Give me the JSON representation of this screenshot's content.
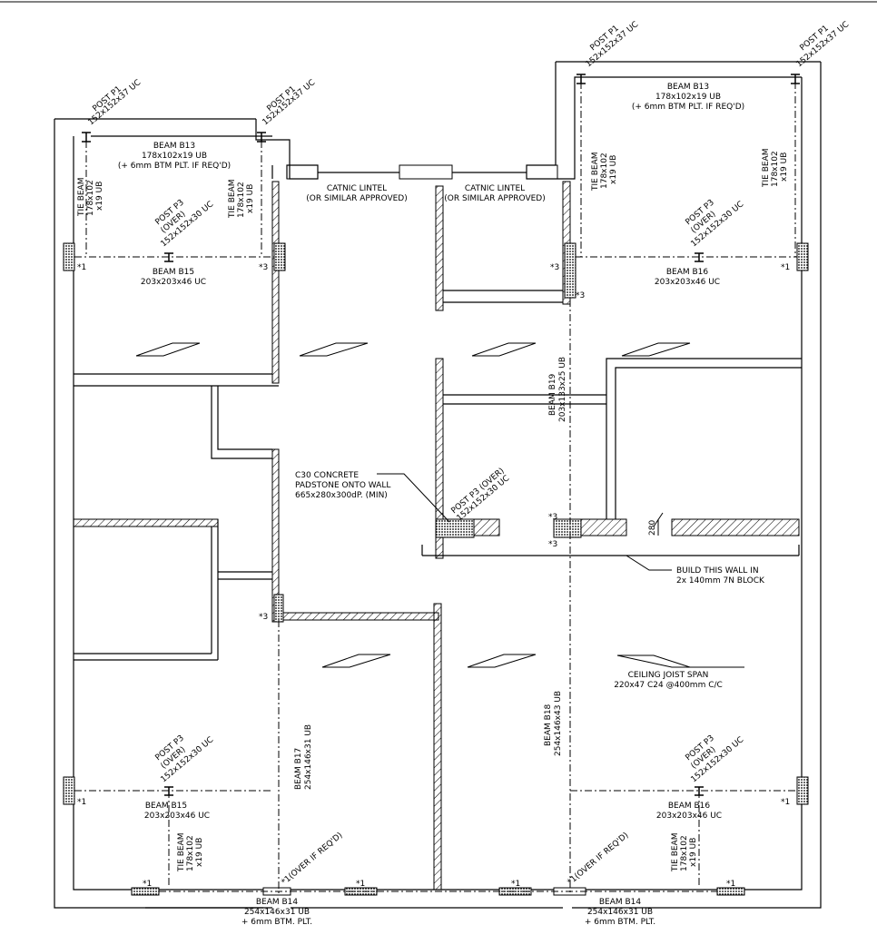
{
  "labels": {
    "post_p1": "POST P1",
    "uc_152x152x37": "152x152x37 UC",
    "beam_b13": "BEAM B13",
    "ub_178x102x19": "178x102x19 UB",
    "plate_if_reqd": "(+ 6mm BTM PLT. IF REQ'D)",
    "tie_beam": "TIE BEAM",
    "s178x102": "178x102",
    "x19_ub": "x19 UB",
    "post_p3": "POST P3",
    "over": "(OVER)",
    "uc_152x152x30": "152x152x30 UC",
    "post_p3_over": "POST P3 (OVER)",
    "beam_b15": "BEAM B15",
    "beam_b16": "BEAM B16",
    "uc_203x203x46": "203x203x46 UC",
    "catnic_lintel": "CATNIC LINTEL",
    "or_similar": "(OR SIMILAR APPROVED)",
    "beam_b19": "BEAM B19",
    "ub_203x133x25": "203x133x25 UB",
    "padstone_1": "C30 CONCRETE",
    "padstone_2": "PADSTONE ONTO WALL",
    "padstone_3": "665x280x300dP. (MIN)",
    "dim_280": "280",
    "build_wall_1": "BUILD THIS WALL IN",
    "build_wall_2": "2x 140mm 7N BLOCK",
    "beam_b17": "BEAM B17",
    "ub_254x146x31": "254x146x31 UB",
    "beam_b18": "BEAM B18",
    "ub_254x146x43": "254x146x43 UB",
    "joist_1": "CEILING JOIST SPAN",
    "joist_2": "220x47 C24 @400mm C/C",
    "beam_b14": "BEAM B14",
    "btm_plt": "+ 6mm BTM. PLT.",
    "over_if_reqd": "*1(OVER IF REQ'D)",
    "m1": "*1",
    "m3": "*3"
  }
}
